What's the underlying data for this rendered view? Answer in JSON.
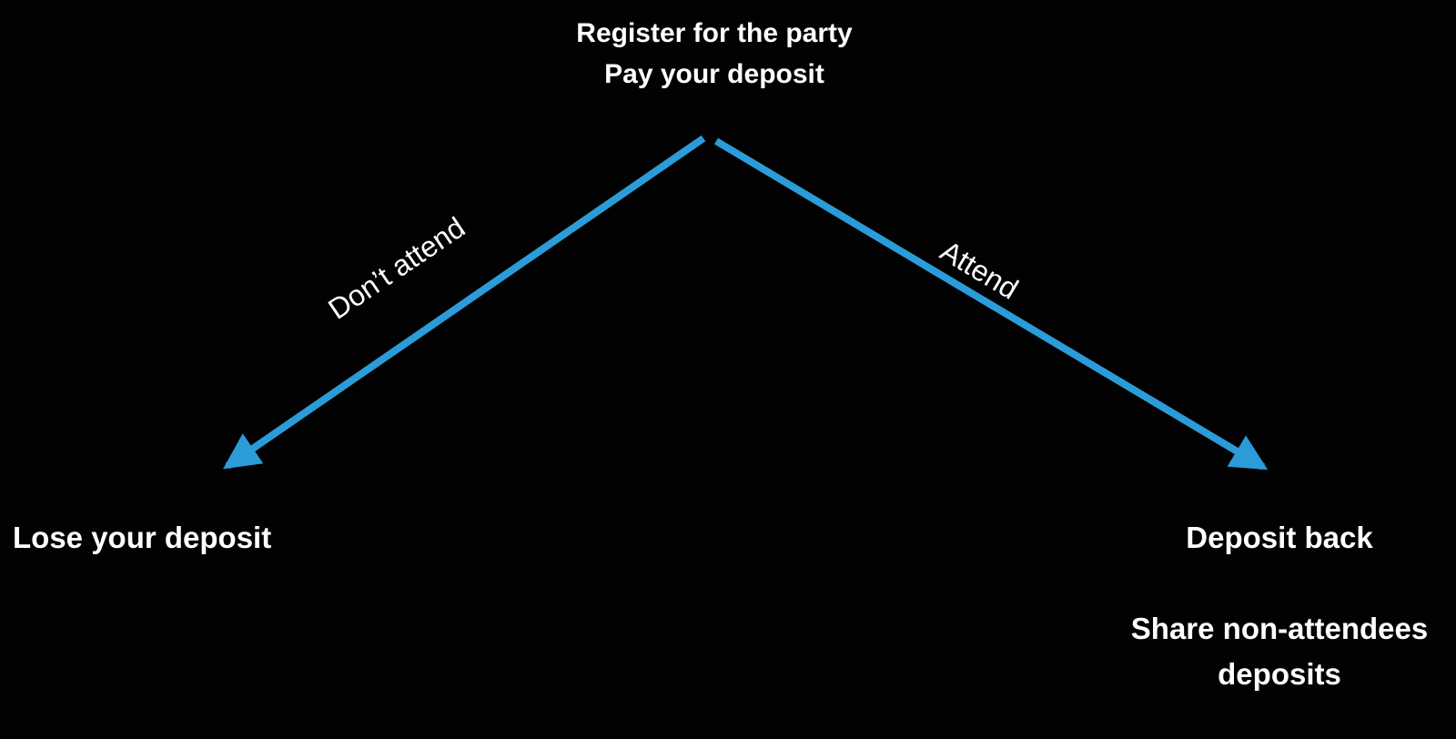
{
  "diagram": {
    "background_color": "#020202",
    "text_color": "#ffffff",
    "arrow_color": "#2b9cd8",
    "root_node": {
      "line1": "Register for the party",
      "line2": "Pay your deposit"
    },
    "edges": [
      {
        "label": "Don’t attend",
        "direction": "down-left"
      },
      {
        "label": "Attend",
        "direction": "down-right"
      }
    ],
    "outcomes": {
      "left": "Lose your deposit",
      "right_primary": "Deposit back",
      "right_secondary_line1": "Share non-attendees",
      "right_secondary_line2": "deposits"
    }
  }
}
